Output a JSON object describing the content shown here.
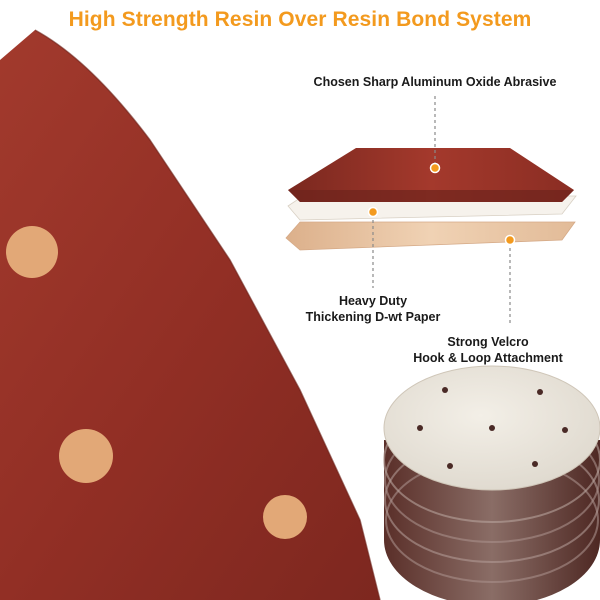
{
  "headline": "High Strength Resin Over Resin Bond System",
  "layers": {
    "abrasive": "Chosen Sharp Aluminum Oxide Abrasive",
    "paper_line1": "Heavy Duty",
    "paper_line2": "Thickening D-wt Paper",
    "velcro_line1": "Strong Velcro",
    "velcro_line2": "Hook & Loop Attachment"
  },
  "colors": {
    "accent": "#f39a1e",
    "abrasive_red": "#8e2e24",
    "paper_white": "#f4f1ec",
    "velcro_tan": "#e8c6a6"
  },
  "icons": [
    "sandpaper-sheet-image",
    "sanding-disc-stack-image",
    "callout-dot-icon"
  ]
}
